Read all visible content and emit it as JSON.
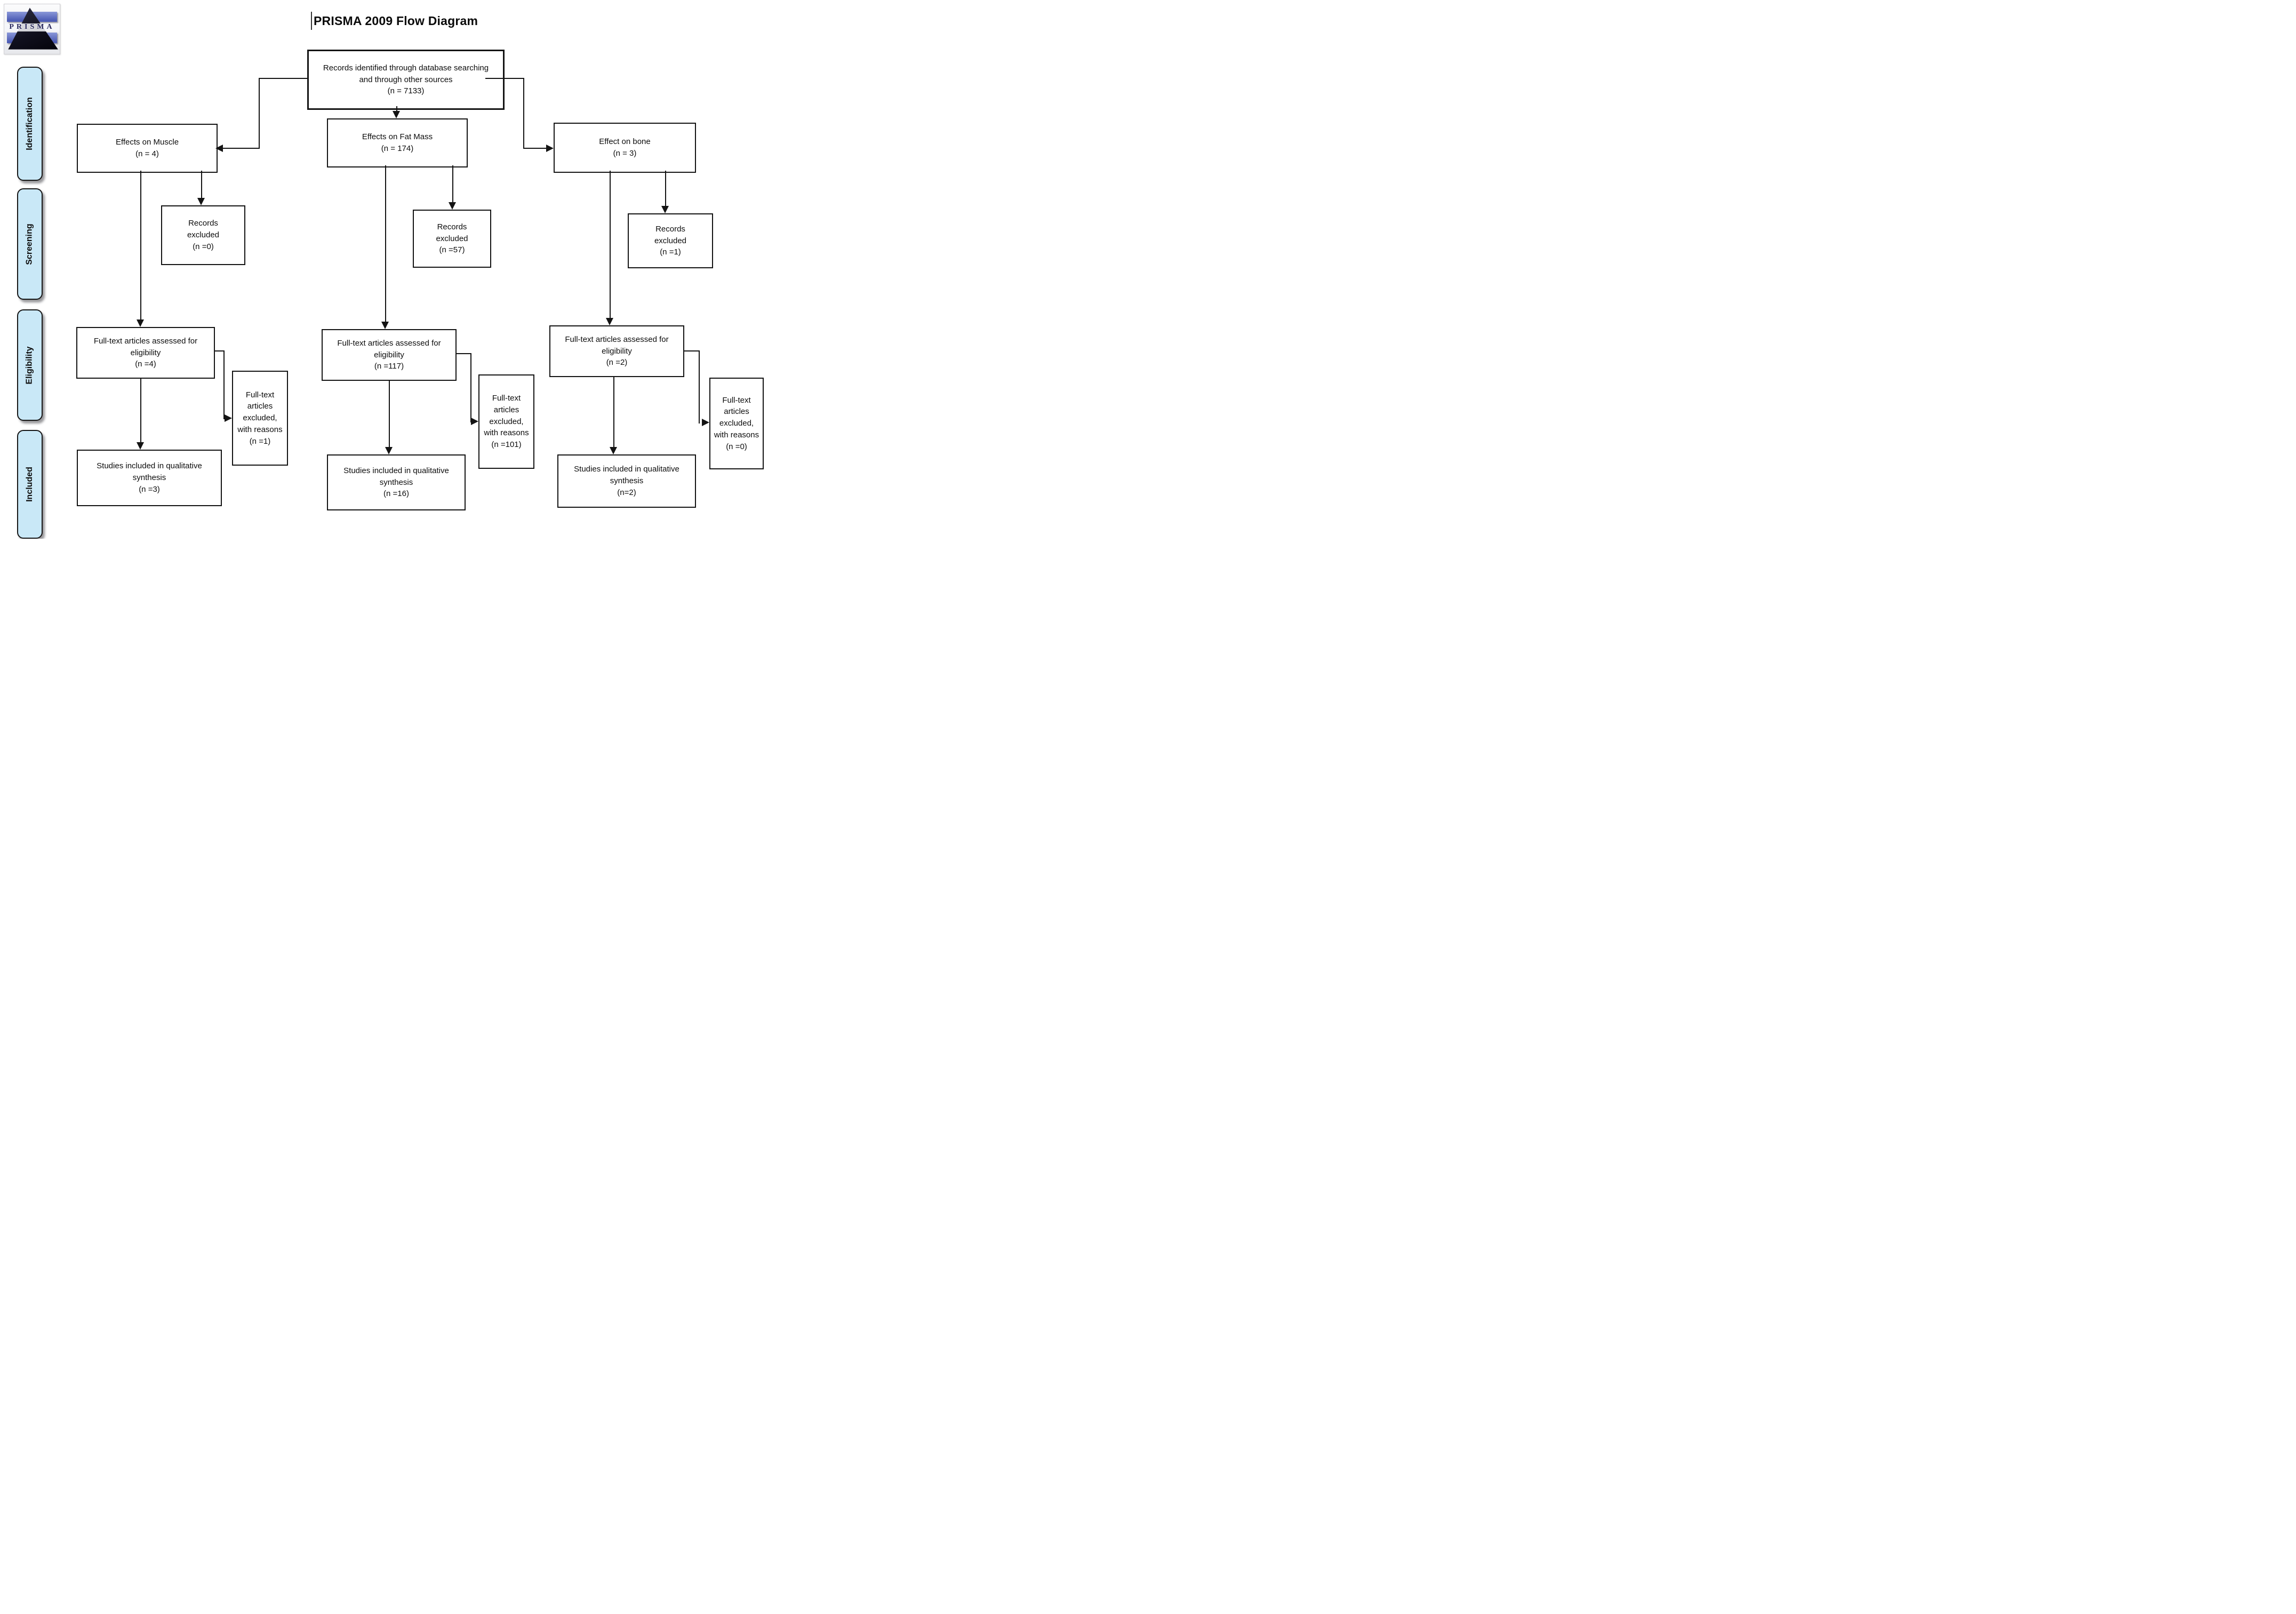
{
  "title": "PRISMA 2009 Flow Diagram",
  "logo": {
    "text": "PRISMA"
  },
  "sidebar": {
    "stages": [
      {
        "label": "Identification"
      },
      {
        "label": "Screening"
      },
      {
        "label": "Eligibility"
      },
      {
        "label": "Included"
      }
    ]
  },
  "flow": {
    "source": {
      "label": "Records identified through database searching and through other sources",
      "n": "(n = 7133)"
    },
    "columns": [
      {
        "name": "muscle",
        "header": {
          "label": "Effects on Muscle",
          "n": "(n = 4)"
        },
        "records_excluded": {
          "label": "Records excluded",
          "n": "(n =0)"
        },
        "fulltext_assessed": {
          "label": "Full-text articles assessed for eligibility",
          "n": "(n =4)"
        },
        "fulltext_excluded": {
          "label": "Full-text articles excluded, with reasons",
          "n": "(n =1)"
        },
        "studies_included": {
          "label": "Studies included in qualitative synthesis",
          "n": "(n =3)"
        }
      },
      {
        "name": "fat-mass",
        "header": {
          "label": "Effects on Fat Mass",
          "n": "(n = 174)"
        },
        "records_excluded": {
          "label": "Records excluded",
          "n": "(n =57)"
        },
        "fulltext_assessed": {
          "label": "Full-text articles assessed for eligibility",
          "n": "(n =117)"
        },
        "fulltext_excluded": {
          "label": "Full-text articles excluded, with reasons",
          "n": "(n =101)"
        },
        "studies_included": {
          "label": "Studies included in qualitative synthesis",
          "n": "(n =16)"
        }
      },
      {
        "name": "bone",
        "header": {
          "label": "Effect on bone",
          "n": "(n = 3)"
        },
        "records_excluded": {
          "label": "Records excluded",
          "n": "(n =1)"
        },
        "fulltext_assessed": {
          "label": "Full-text articles assessed for eligibility",
          "n": "(n =2)"
        },
        "fulltext_excluded": {
          "label": "Full-text articles excluded, with reasons",
          "n": "(n =0)"
        },
        "studies_included": {
          "label": "Studies included in qualitative synthesis",
          "n": "(n=2)"
        }
      }
    ]
  },
  "colors": {
    "stage_fill": "#c9e8f7",
    "logo_blue": "#4d5cb5",
    "line_black": "#141414"
  }
}
